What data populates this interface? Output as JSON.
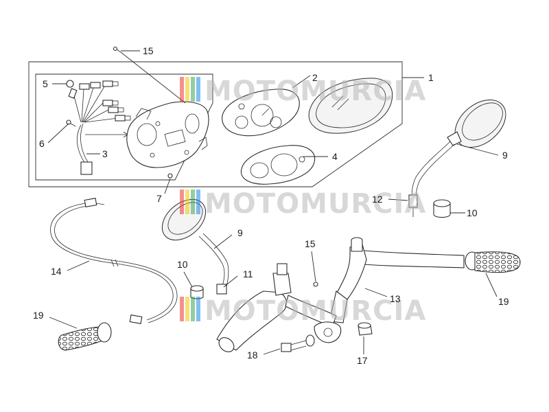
{
  "watermark": {
    "text": "MOTOMURCIA",
    "stripe_colors": [
      "#e53935",
      "#f4c20d",
      "#3aa655",
      "#1e88e5"
    ]
  },
  "callouts": {
    "c1": "1",
    "c2": "2",
    "c3": "3",
    "c4": "4",
    "c5": "5",
    "c6": "6",
    "c7": "7",
    "c9a": "9",
    "c9b": "9",
    "c10a": "10",
    "c10b": "10",
    "c11": "11",
    "c12": "12",
    "c13": "13",
    "c14": "14",
    "c15a": "15",
    "c15b": "15",
    "c17": "17",
    "c18": "18",
    "c19a": "19",
    "c19b": "19"
  }
}
